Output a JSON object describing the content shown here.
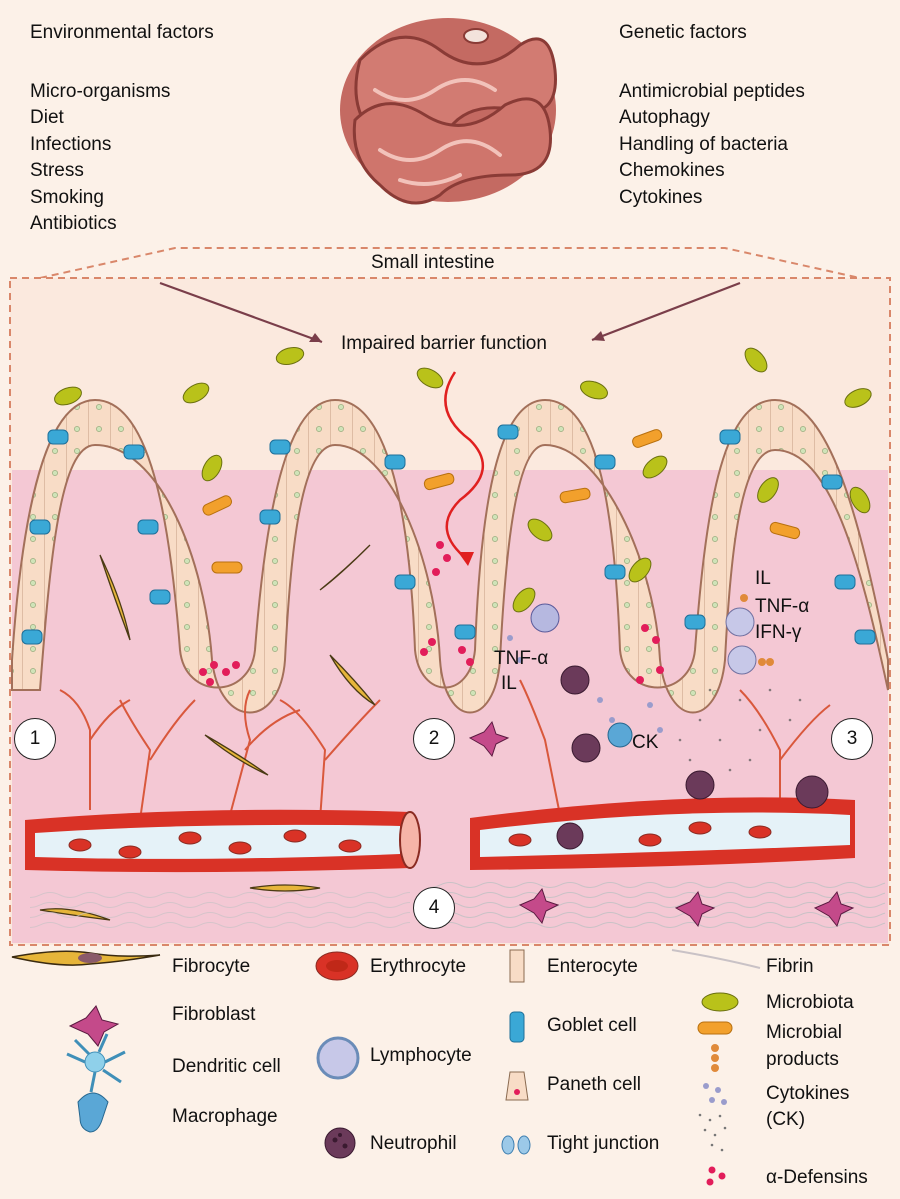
{
  "environmental": {
    "heading": "Environmental factors",
    "items": [
      "Micro-organisms",
      "Diet",
      "Infections",
      "Stress",
      "Smoking",
      "Antibiotics"
    ]
  },
  "genetic": {
    "heading": "Genetic factors",
    "items": [
      "Antimicrobial peptides",
      "Autophagy",
      "Handling of bacteria",
      "Chemokines",
      "Cytokines"
    ]
  },
  "intestine_label": "Small intestine",
  "barrier_label": "Impaired barrier function",
  "annotations": {
    "tnf_alpha": "TNF-α",
    "il_left": "IL",
    "ck": "CK",
    "il_right": "IL",
    "tnf_alpha_right": "TNF-α",
    "ifn_gamma": "IFN-γ"
  },
  "step_numbers": [
    "1",
    "2",
    "3",
    "4"
  ],
  "legend": {
    "fibrocyte": "Fibrocyte",
    "fibroblast": "Fibroblast",
    "dendritic_cell": "Dendritic cell",
    "macrophage": "Macrophage",
    "erythrocyte": "Erythrocyte",
    "lymphocyte": "Lymphocyte",
    "neutrophil": "Neutrophil",
    "enterocyte": "Enterocyte",
    "goblet_cell": "Goblet cell",
    "paneth_cell": "Paneth cell",
    "tight_junction": "Tight junction",
    "fibrin": "Fibrin",
    "microbiota": "Microbiota",
    "microbial_products_1": "Microbial",
    "microbial_products_2": "products",
    "cytokines_1": "Cytokines",
    "cytokines_2": "(CK)",
    "alpha_defensins": "α-Defensins"
  },
  "colors": {
    "background": "#fcf1e8",
    "lamina": "#f4c6d3",
    "epithelium": "#f7d8c2",
    "goblet": "#3aa8d6",
    "vessel": "#d93226",
    "microbiota": "#b9c21a",
    "microbial_products": "#f2a02c",
    "defensins": "#e21d5a",
    "barrier_arrow": "#e02020",
    "dashed_frame": "#d9876a"
  }
}
